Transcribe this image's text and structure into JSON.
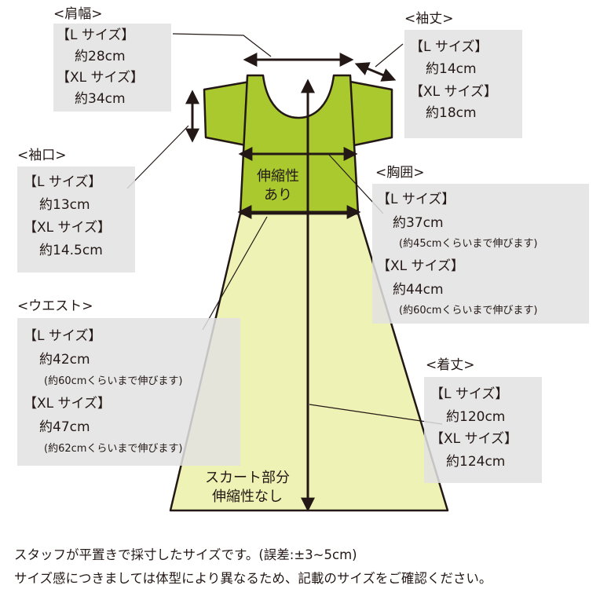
{
  "shoulder": {
    "title": "<肩幅>",
    "l_size": "【L サイズ】",
    "l_val": "約28cm",
    "xl_size": "【XL サイズ】",
    "xl_val": "約34cm"
  },
  "sleeve_length": {
    "title": "<袖丈>",
    "l_size": "【L サイズ】",
    "l_val": "約14cm",
    "xl_size": "【XL サイズ】",
    "xl_val": "約18cm"
  },
  "cuff": {
    "title": "<袖口>",
    "l_size": "【L サイズ】",
    "l_val": "約13cm",
    "xl_size": "【XL サイズ】",
    "xl_val": "約14.5cm"
  },
  "bust": {
    "title": "<胸囲>",
    "l_size": "【L サイズ】",
    "l_val": "約37cm",
    "l_note": "(約45cmくらいまで伸びます)",
    "xl_size": "【XL サイズ】",
    "xl_val": "約44cm",
    "xl_note": "(約60cmくらいまで伸びます)"
  },
  "waist": {
    "title": "<ウエスト>",
    "l_size": "【L サイズ】",
    "l_val": "約42cm",
    "l_note": "(約60cmくらいまで伸びます)",
    "xl_size": "【XL サイズ】",
    "xl_val": "約47cm",
    "xl_note": "(約62cmくらいまで伸びます)"
  },
  "total_length": {
    "title": "<着丈>",
    "l_size": "【L サイズ】",
    "l_val": "約120cm",
    "xl_size": "【XL サイズ】",
    "xl_val": "約124cm"
  },
  "bodice_label": {
    "line1": "伸縮性",
    "line2": "あり"
  },
  "skirt_label": {
    "line1": "スカート部分",
    "line2": "伸縮性なし"
  },
  "footnote": {
    "line1": "スタッフが平置きで採寸したサイズです。(誤差:±3~5cm)",
    "line2": "サイズ感につきましては体型により異なるため、記載のサイズをご確認ください。"
  },
  "colors": {
    "bodice": "#a9c92f",
    "skirt": "#eef2b4",
    "outline": "#231815",
    "box": "#e2e2e2"
  }
}
